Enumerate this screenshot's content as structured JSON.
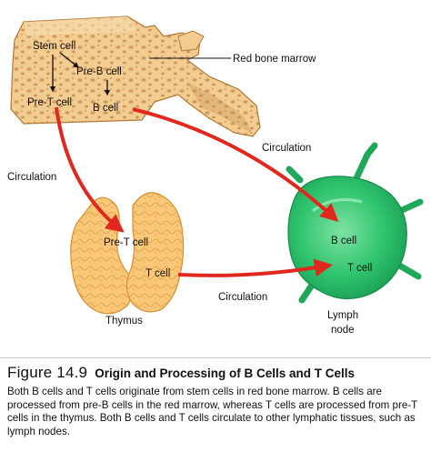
{
  "labels": {
    "stem_cell": "Stem cell",
    "pre_b_cell": "Pre-B cell",
    "pre_t_cell_marrow": "Pre-T cell",
    "b_cell_marrow": "B cell",
    "red_bone_marrow": "Red bone marrow",
    "circulation_right": "Circulation",
    "circulation_left": "Circulation",
    "circulation_bottom": "Circulation",
    "pre_t_cell_thymus": "Pre-T cell",
    "t_cell_thymus": "T cell",
    "thymus": "Thymus",
    "b_cell_node": "B cell",
    "t_cell_node": "T cell",
    "lymph": "Lymph",
    "node": "node"
  },
  "caption": {
    "figure_number": "Figure 14.9",
    "title": "Origin and Processing of B Cells and T Cells",
    "body": "Both B cells and T cells originate from stem cells in red bone marrow. B cells are processed from pre-B cells in the red marrow, whereas T cells are processed from pre-T cells in the thymus. Both B cells and T cells circulate to other lymphatic tissues, such as lymph nodes."
  },
  "colors": {
    "bone": "#f2cc90",
    "bone_dark": "#c98f4f",
    "thymus": "#f7c77a",
    "lymph_node": "#2fc46e",
    "arrow_red": "#e0281e"
  }
}
